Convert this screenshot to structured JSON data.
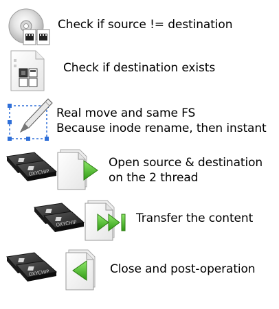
{
  "steps": [
    {
      "lines": [
        "Check if source != destination"
      ],
      "icon": "cd-with-film-files-icon"
    },
    {
      "lines": [
        "Check if destination exists"
      ],
      "icon": "document-with-tiles-icon"
    },
    {
      "lines": [
        "Real move and same FS",
        "Because inode rename, then instant"
      ],
      "icon": "pen-selection-icon"
    },
    {
      "lines": [
        "Open source & destination",
        "on the 2 thread"
      ],
      "icon": "chips-with-play-document-icon"
    },
    {
      "lines": [
        "Transfer the content"
      ],
      "icon": "chips-with-fast-forward-document-icon"
    },
    {
      "lines": [
        "Close and post-operation"
      ],
      "icon": "chips-with-back-document-icon"
    }
  ],
  "chip_brand": "OXYCHIP",
  "colors": {
    "play_green": "#3fae1e",
    "chip_dark": "#2c2c2c",
    "selection_blue": "#2f6fd8"
  }
}
